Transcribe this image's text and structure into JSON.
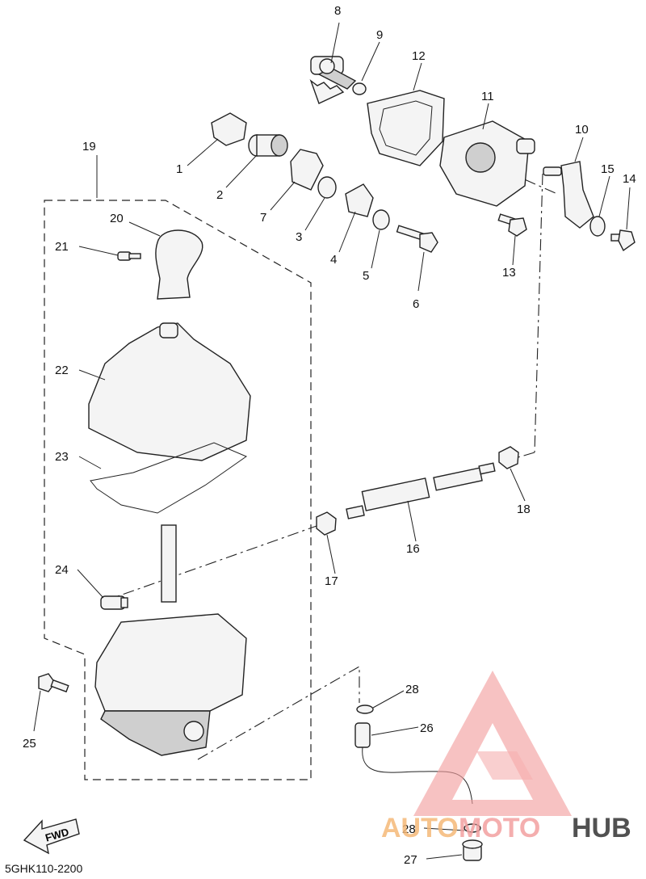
{
  "diagram": {
    "code": "5GHK110-2200",
    "fwd_label": "FWD",
    "callouts": [
      "1",
      "2",
      "3",
      "4",
      "5",
      "6",
      "7",
      "8",
      "9",
      "10",
      "11",
      "12",
      "13",
      "14",
      "15",
      "16",
      "17",
      "18",
      "19",
      "20",
      "21",
      "22",
      "23",
      "24",
      "25",
      "26",
      "27",
      "28",
      "28"
    ]
  },
  "watermark": {
    "part1": "AUTO",
    "part2": "MOTO",
    "part3": "HUB",
    "color1": "#f5b979",
    "color2": "#f3a0a0",
    "color3": "#333333"
  }
}
